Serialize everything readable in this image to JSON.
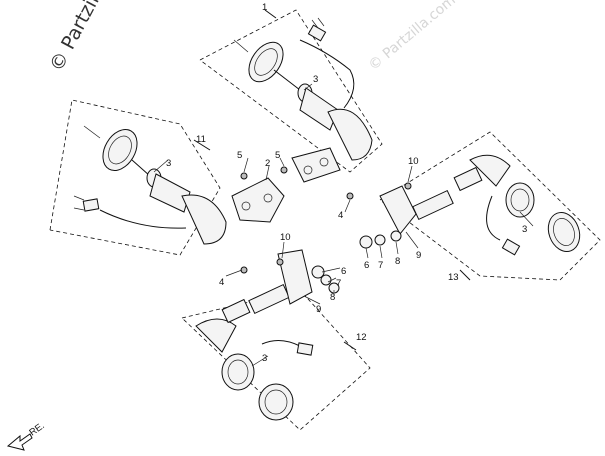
{
  "watermark": {
    "main": "© Partzilla.com",
    "faint": "© Partzilla.com"
  },
  "direction": {
    "label": "RE."
  },
  "callouts": {
    "c1": "1",
    "c2": "2",
    "c3a": "3",
    "c3b": "3",
    "c3c": "3",
    "c3d": "3",
    "c4a": "4",
    "c4b": "4",
    "c5a": "5",
    "c5b": "5",
    "c6a": "6",
    "c6b": "6",
    "c7a": "7",
    "c7b": "7",
    "c8a": "8",
    "c8b": "8",
    "c9a": "9",
    "c9b": "9",
    "c10a": "10",
    "c10b": "10",
    "c11": "11",
    "c12": "12",
    "c13": "13"
  }
}
